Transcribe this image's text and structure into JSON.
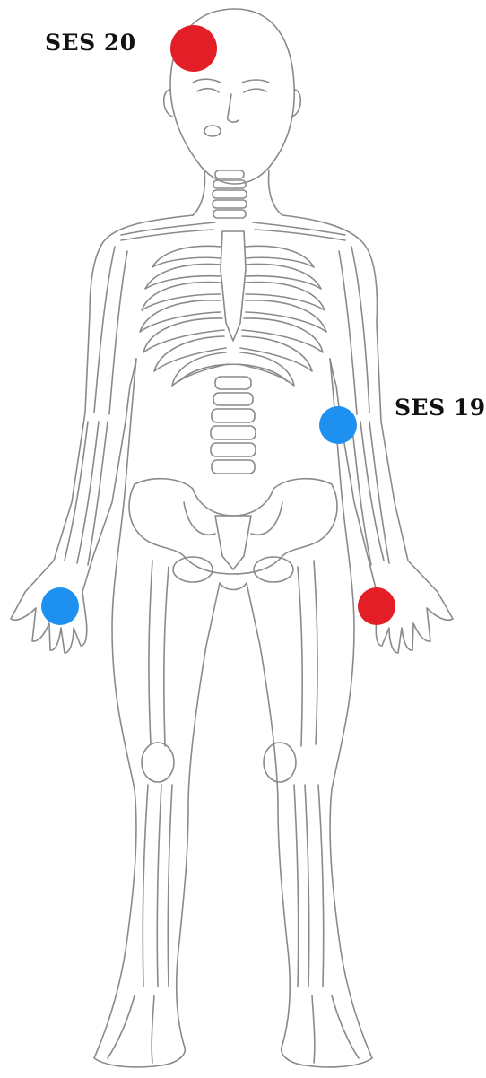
{
  "labels": {
    "ses20": "SES 20",
    "ses19": "SES 19"
  },
  "colors": {
    "red": "#e41e26",
    "blue": "#1e90f0",
    "line": "#8a8a8a",
    "text": "#111111"
  },
  "points": [
    {
      "name": "head-point",
      "color": "red"
    },
    {
      "name": "left-forearm-point",
      "color": "blue"
    },
    {
      "name": "right-palm-point",
      "color": "blue"
    },
    {
      "name": "left-palm-point",
      "color": "red"
    }
  ]
}
